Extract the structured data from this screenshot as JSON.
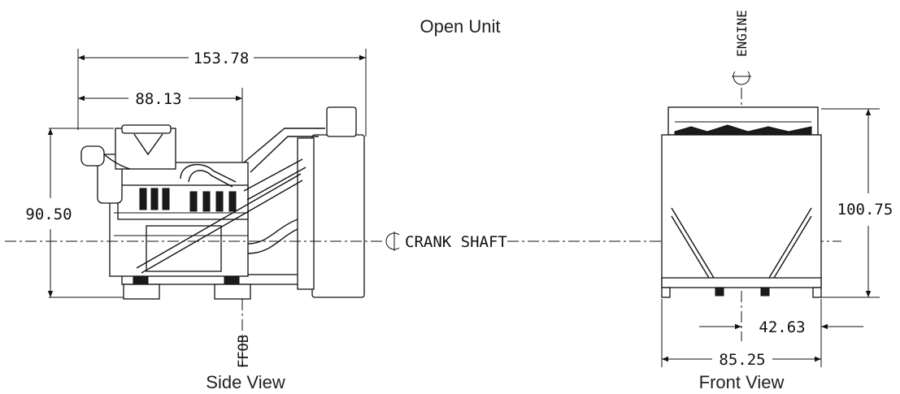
{
  "title": "Open Unit",
  "side_view": {
    "caption": "Side View",
    "dims": {
      "overall_length": "153.78",
      "to_ffob": "88.13",
      "height": "90.50"
    },
    "labels": {
      "crank_shaft": "CRANK SHAFT",
      "ffob": "FFOB"
    }
  },
  "front_view": {
    "caption": "Front View",
    "dims": {
      "height": "100.75",
      "half_width": "42.63",
      "width": "85.25"
    },
    "labels": {
      "engine": "ENGINE"
    }
  },
  "colors": {
    "line": "#111111",
    "text": "#222222",
    "background": "#ffffff"
  },
  "icons": {
    "centerline_symbol": "centerline-icon"
  }
}
